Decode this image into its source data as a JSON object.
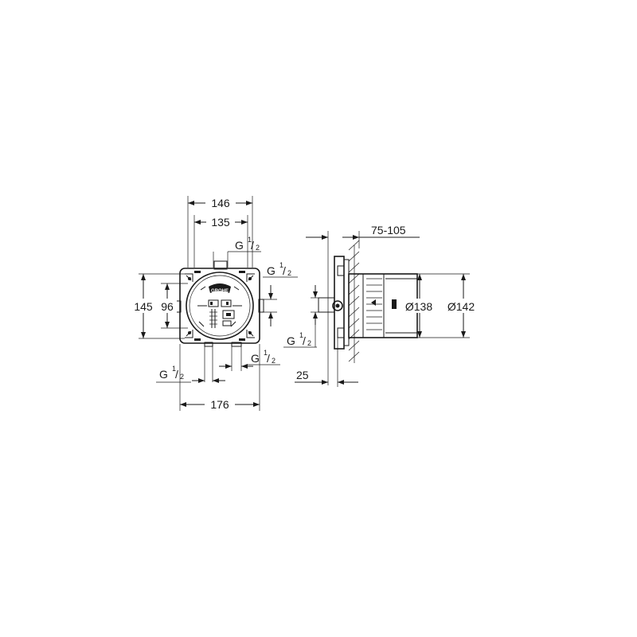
{
  "front_view": {
    "dim_width_outer": "146",
    "dim_width_inner": "135",
    "dim_height_outer": "145",
    "dim_height_inner": "96",
    "dim_bottom_width": "176",
    "thread_top": "G",
    "thread_top_num": "1",
    "thread_top_den": "2",
    "thread_right": "G",
    "thread_right_num": "1",
    "thread_right_den": "2",
    "thread_bottom_right": "G",
    "thread_bottom_right_num": "1",
    "thread_bottom_right_den": "2",
    "thread_bottom_left": "G",
    "thread_bottom_left_num": "1",
    "thread_bottom_left_den": "2",
    "logo_text": "GROHE"
  },
  "side_view": {
    "dim_depth_range": "75-105",
    "dim_diameter_inner": "Ø138",
    "dim_diameter_outer": "Ø142",
    "dim_offset": "25",
    "thread_left": "G",
    "thread_left_num": "1",
    "thread_left_den": "2"
  }
}
